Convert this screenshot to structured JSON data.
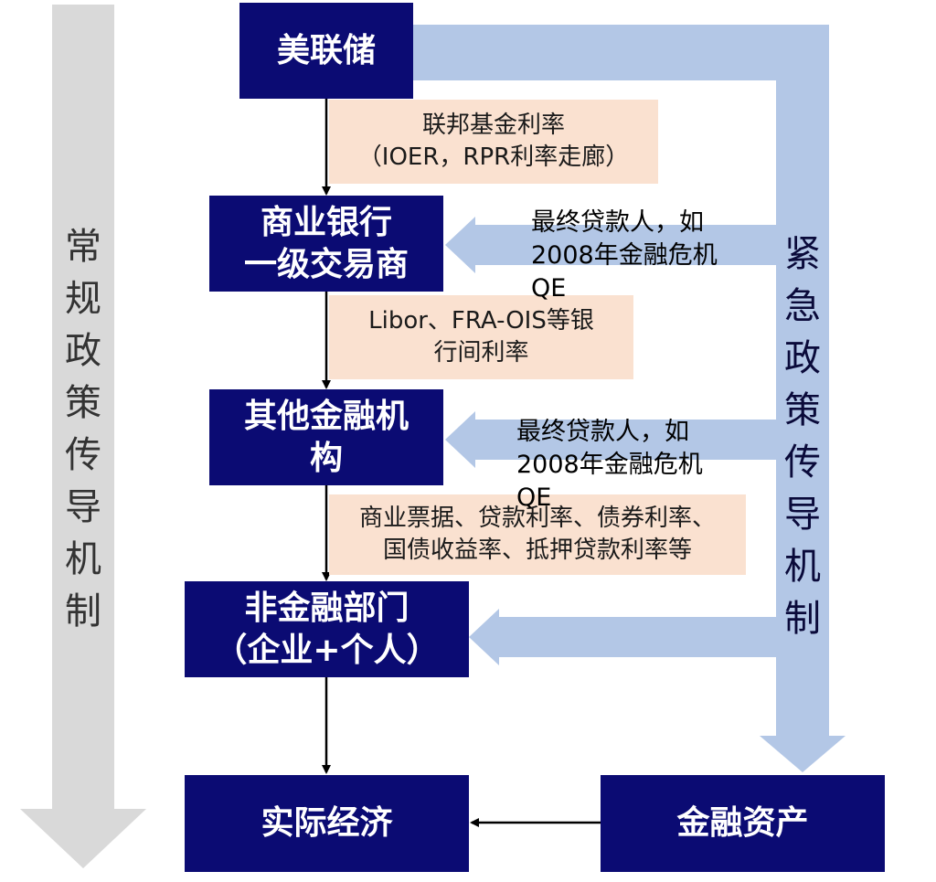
{
  "boxes": {
    "fed": [
      "美联储"
    ],
    "bank": [
      "商业银行",
      "一级交易商"
    ],
    "other": [
      "其他金融机",
      "构"
    ],
    "nonfin": [
      "非金融部门",
      "（企业+个人）"
    ],
    "real": [
      "实际经济"
    ],
    "assets": [
      "金融资产"
    ]
  },
  "notes": {
    "fed_rate": [
      "联邦基金利率",
      "（IOER，RPR利率走廊）"
    ],
    "interbank": [
      "Libor、FRA-OIS等银",
      "行间利率"
    ],
    "market": [
      "商业票据、贷款利率、债券利率、",
      "国债收益率、抵押贷款利率等"
    ]
  },
  "lender_labels": {
    "first": [
      "最终贷款人，如",
      "2008年金融危机",
      "QE"
    ],
    "second": [
      "最终贷款人，如",
      "2008年金融危机",
      "QE"
    ]
  },
  "left_label": "常规政策传导机制",
  "right_label": "紧急政策传导机制",
  "colors": {
    "box_fill": "#0b0b73",
    "note_fill": "#fae1d0",
    "gray_arrow": "#d9d9d9",
    "blue_arrow": "#b3c7e6"
  }
}
